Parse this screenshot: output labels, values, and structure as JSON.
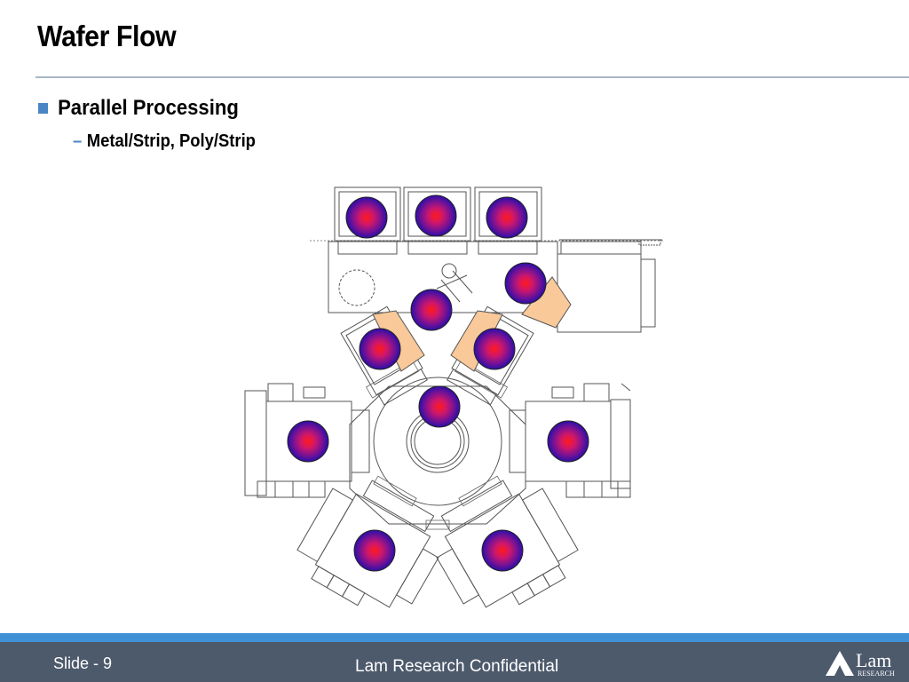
{
  "slide": {
    "title": "Wafer Flow",
    "bullet_1": "Parallel Processing",
    "bullet_1_sub": "Metal/Strip, Poly/Strip",
    "sub_marker": "–"
  },
  "footer": {
    "slide_number": "Slide - 9",
    "confidential": "Lam Research Confidential",
    "logo_text": "Lam",
    "logo_subtext": "RESEARCH"
  },
  "colors": {
    "accent_blue": "#4a86c5",
    "footer_bar": "#4d5a6c",
    "footer_stripe": "#3f91d6",
    "wafer_center": "#ff1a1a",
    "wafer_mid": "#b0157a",
    "wafer_edge": "#2a0fa8",
    "transfer_blade": "#f9c99a"
  },
  "icons": {
    "bullet": "square-bullet-icon",
    "wafer": "wafer-icon",
    "logo": "lam-triangle-logo-icon"
  }
}
